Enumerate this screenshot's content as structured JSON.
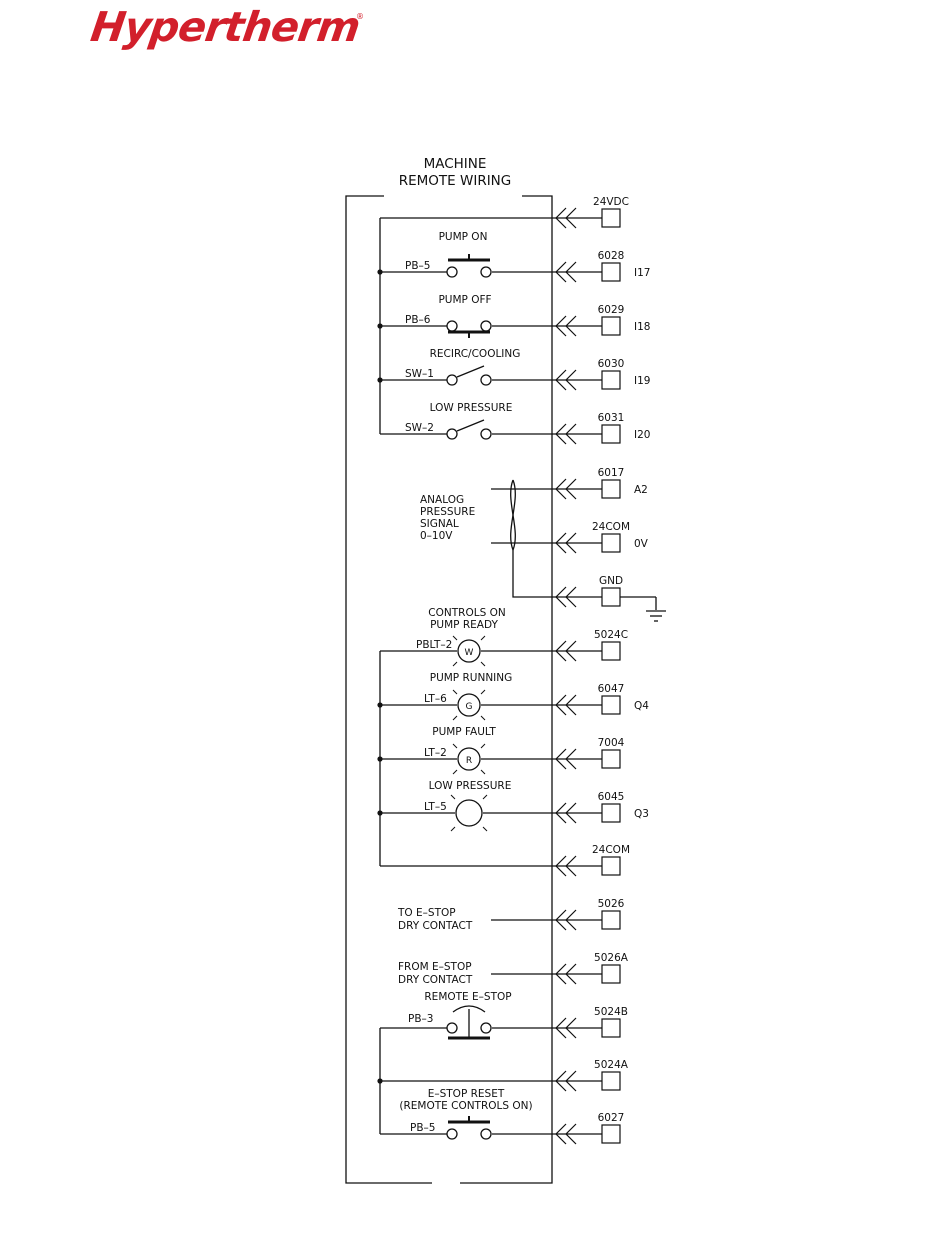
{
  "logo": {
    "text": "Hypertherm",
    "registered": "®"
  },
  "title": {
    "line1": "MACHINE",
    "line2": "REMOTE  WIRING"
  },
  "terminals": [
    {
      "code": "24VDC",
      "io": ""
    },
    {
      "code": "6028",
      "io": "I17"
    },
    {
      "code": "6029",
      "io": "I18"
    },
    {
      "code": "6030",
      "io": "I19"
    },
    {
      "code": "6031",
      "io": "I20"
    },
    {
      "code": "6017",
      "io": "A2"
    },
    {
      "code": "24COM",
      "io": "0V"
    },
    {
      "code": "GND",
      "io": ""
    },
    {
      "code": "5024C",
      "io": ""
    },
    {
      "code": "6047",
      "io": "Q4"
    },
    {
      "code": "7004",
      "io": ""
    },
    {
      "code": "6045",
      "io": "Q3"
    },
    {
      "code": "24COM",
      "io": ""
    },
    {
      "code": "5026",
      "io": ""
    },
    {
      "code": "5026A",
      "io": ""
    },
    {
      "code": "5024B",
      "io": ""
    },
    {
      "code": "5024A",
      "io": ""
    },
    {
      "code": "6027",
      "io": ""
    }
  ],
  "components": {
    "pump_on": {
      "title": "PUMP  ON",
      "ref": "PB–5"
    },
    "pump_off": {
      "title": "PUMP  OFF",
      "ref": "PB–6"
    },
    "recirc": {
      "title": "RECIRC/COOLING",
      "ref": "SW–1"
    },
    "low_pressure_sw": {
      "title": "LOW  PRESSURE",
      "ref": "SW–2"
    },
    "analog": {
      "lines": [
        "ANALOG",
        "PRESSURE",
        "SIGNAL",
        "0–10V"
      ]
    },
    "controls_on": {
      "title1": "CONTROLS  ON",
      "title2": "PUMP  READY",
      "ref": "PBLT–2",
      "letter": "W"
    },
    "pump_running": {
      "title": "PUMP  RUNNING",
      "ref": "LT–6",
      "letter": "G"
    },
    "pump_fault": {
      "title": "PUMP  FAULT",
      "ref": "LT–2",
      "letter": "R"
    },
    "low_pressure_lt": {
      "title": "LOW  PRESSURE",
      "ref": "LT–5"
    },
    "to_estop": {
      "line1": "TO  E–STOP",
      "line2": "DRY  CONTACT"
    },
    "from_estop": {
      "line1": "FROM  E–STOP",
      "line2": "DRY  CONTACT"
    },
    "remote_estop": {
      "title": "REMOTE  E–STOP",
      "ref": "PB–3"
    },
    "estop_reset": {
      "title1": "E–STOP  RESET",
      "title2": "(REMOTE  CONTROLS  ON)",
      "ref": "PB–5"
    }
  },
  "colors": {
    "brand": "#d21f2b",
    "line": "#111111"
  }
}
